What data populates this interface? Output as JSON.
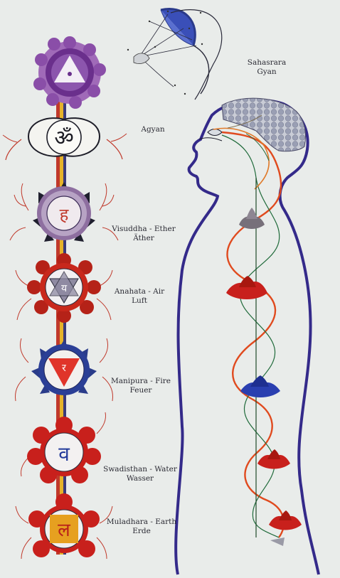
{
  "labels": {
    "sahasrara": {
      "line1": "Sahasrara",
      "line2": "Gyan"
    },
    "agyan": {
      "line1": "Agyan"
    },
    "visuddha": {
      "line1": "Visuddha - Ether",
      "line2": "Äther"
    },
    "anahata": {
      "line1": "Anahata - Air",
      "line2": "Luft"
    },
    "manipura": {
      "line1": "Manipura - Fire",
      "line2": "Feuer"
    },
    "swadisthan": {
      "line1": "Swadisthan - Water",
      "line2": "Wasser"
    },
    "muladhara": {
      "line1": "Muladhara - Earth",
      "line2": "Erde"
    }
  },
  "colors": {
    "background": "#e9ecea",
    "crown_purple": "#7a3f9a",
    "body_outline": "#3b2d8a",
    "channel_red": "#e04a1e",
    "channel_orange": "#e07a2a",
    "lotus_red": "#c8201c",
    "lotus_blue": "#2a3fb0",
    "lotus_grey": "#77707a",
    "manipura_triangle": "#e0342a"
  },
  "symbols": {
    "agyan": "ॐ",
    "visuddha": "ह",
    "anahata": "य",
    "manipura": "र",
    "swadisthan": "व",
    "muladhara": "ल"
  }
}
